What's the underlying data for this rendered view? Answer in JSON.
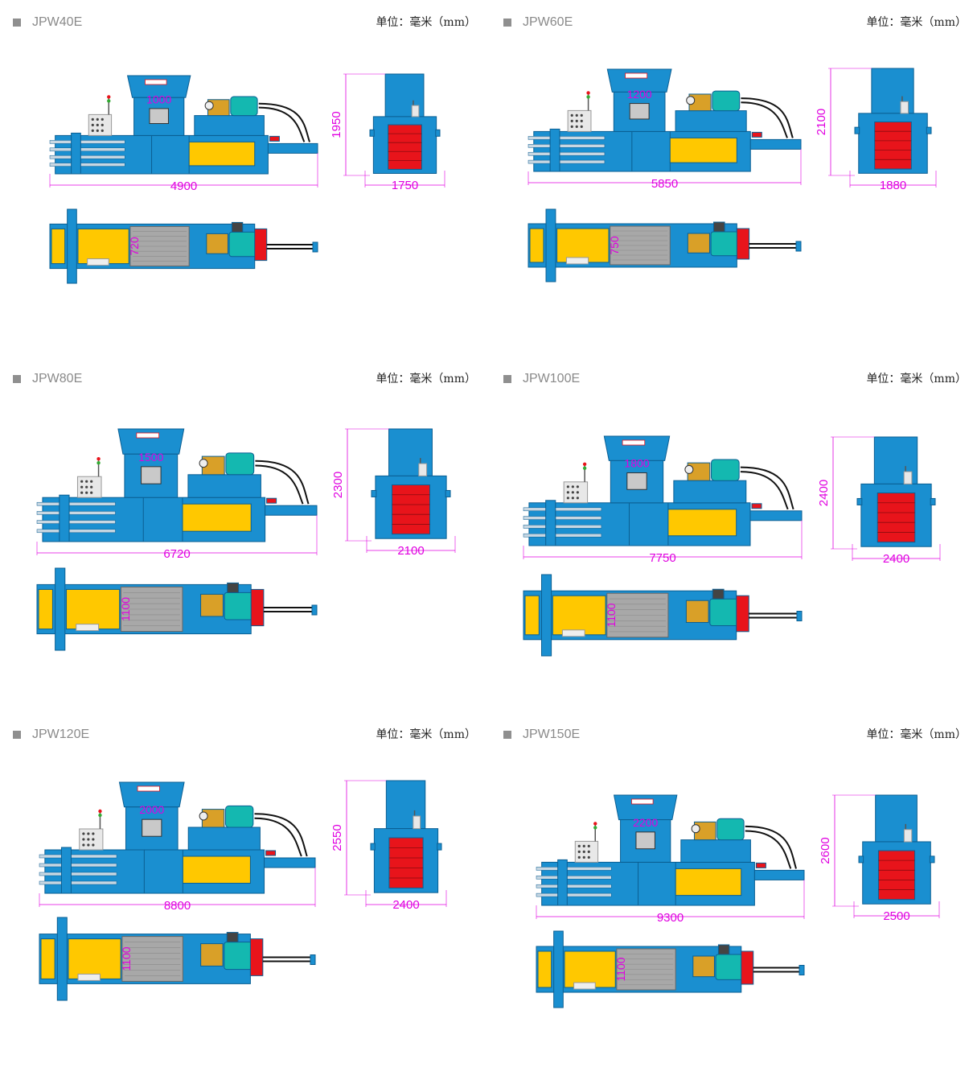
{
  "unit_label": "单位：毫米（mm）",
  "colors": {
    "frame": "#1a8fd0",
    "frame_dark": "#0b5f93",
    "press_plate": "#ffc800",
    "bale_red": "#e8141b",
    "motor": "#14b8b0",
    "pump": "#d9a028",
    "dimension": "#e000e0",
    "cylinder": "#c8d7e2",
    "chamber": "#a8a8a8"
  },
  "machines": [
    {
      "model": "JPW40E",
      "length": "4900",
      "width": "1750",
      "height": "1950",
      "hopper": "1000",
      "chamber": "720"
    },
    {
      "model": "JPW60E",
      "length": "5850",
      "width": "1880",
      "height": "2100",
      "hopper": "1200",
      "chamber": "750"
    },
    {
      "model": "JPW80E",
      "length": "6720",
      "width": "2100",
      "height": "2300",
      "hopper": "1500",
      "chamber": "1100"
    },
    {
      "model": "JPW100E",
      "length": "7750",
      "width": "2400",
      "height": "2400",
      "hopper": "1800",
      "chamber": "1100"
    },
    {
      "model": "JPW120E",
      "length": "8800",
      "width": "2400",
      "height": "2550",
      "hopper": "2000",
      "chamber": "1100"
    },
    {
      "model": "JPW150E",
      "length": "9300",
      "width": "2500",
      "height": "2600",
      "hopper": "2200",
      "chamber": "1100"
    }
  ]
}
